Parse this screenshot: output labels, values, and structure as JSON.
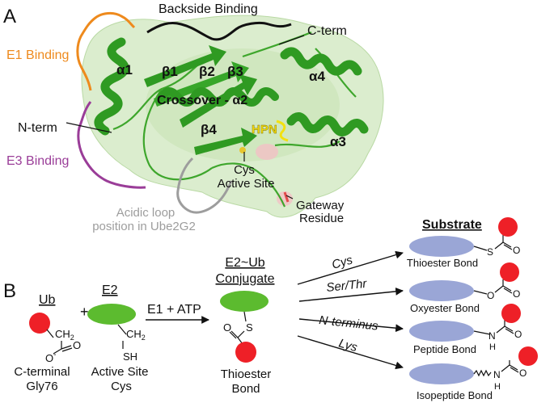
{
  "colors": {
    "e1": "#ee8a1d",
    "e3": "#9a3d98",
    "backside": "#111111",
    "acidic": "#9d9d9d",
    "hpn": "#e9d40a",
    "helix": "#2f9a22",
    "surface": "#cfe7be",
    "ub": "#ee2027",
    "e2": "#5cbb2f",
    "substrate": "#9aa6d6"
  },
  "panel_a": {
    "letter": "A",
    "labels": {
      "backside": "Backside Binding",
      "e1": "E1 Binding",
      "e3": "E3 Binding",
      "nterm": "N-term",
      "cterm": "C-term",
      "alpha1": "α1",
      "beta1": "β1",
      "beta2": "β2",
      "beta3": "β3",
      "alpha4": "α4",
      "crossover": "Crossover - α2",
      "beta4": "β4",
      "hpn": "HPN",
      "alpha3": "α3",
      "cys1": "Cys",
      "cys2": "Active Site",
      "gateway1": "Gateway",
      "gateway2": "Residue",
      "acidic1": "Acidic loop",
      "acidic2": "position in Ube2G2"
    }
  },
  "panel_b": {
    "letter": "B",
    "ub_title": "Ub",
    "plus": "+",
    "e2_title": "E2",
    "arrow_label": "E1 + ATP",
    "conj_title1": "E2~Ub",
    "conj_title2": "Conjugate",
    "ub_caption1": "C-terminal",
    "ub_caption2": "Gly76",
    "e2_caption1": "Active Site",
    "e2_caption2": "Cys",
    "conj_caption1": "Thioester",
    "conj_caption2": "Bond",
    "chem": {
      "ch2": "CH",
      "sub2": "2",
      "o_minus": "O",
      "minus": "-",
      "o": "O",
      "sh": "SH",
      "s": "S",
      "n": "N",
      "h": "H"
    },
    "substrate_title": "Substrate",
    "pathways": [
      {
        "label": "Cys",
        "bond": "Thioester Bond"
      },
      {
        "label": "Ser/Thr",
        "bond": "Oxyester Bond"
      },
      {
        "label": "N-terminus",
        "bond": "Peptide Bond"
      },
      {
        "label": "Lys",
        "bond": "Isopeptide Bond"
      }
    ]
  }
}
